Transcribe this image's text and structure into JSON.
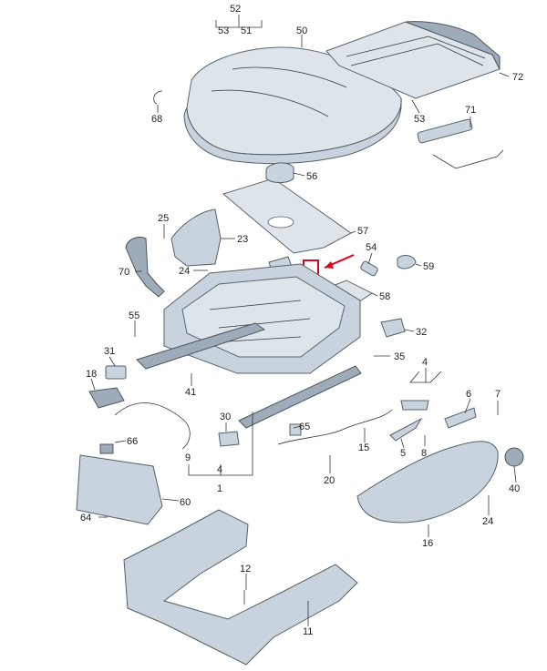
{
  "colors": {
    "part_fill": "#c9d3dd",
    "part_stroke": "#55606b",
    "highlight": "#e3001b"
  },
  "labels": {
    "l52": "52",
    "l53a": "53",
    "l51": "51",
    "l50": "50",
    "l72": "72",
    "l68": "68",
    "l53b": "53",
    "l71": "71",
    "l56": "56",
    "l57": "57",
    "l25": "25",
    "l23": "23",
    "l70": "70",
    "l24a": "24",
    "l54": "54",
    "l59": "59",
    "l58": "58",
    "l55": "55",
    "l32": "32",
    "l31": "31",
    "l35": "35",
    "l18": "18",
    "l41": "41",
    "l4a": "4",
    "l6": "6",
    "l7": "7",
    "l30": "30",
    "l65": "65",
    "l15": "15",
    "l5": "5",
    "l8": "8",
    "l66": "66",
    "l9": "9",
    "l4b": "4",
    "l1": "1",
    "l20": "20",
    "l40": "40",
    "l60": "60",
    "l64": "64",
    "l24b": "24",
    "l16": "16",
    "l12": "12",
    "l11": "11"
  }
}
